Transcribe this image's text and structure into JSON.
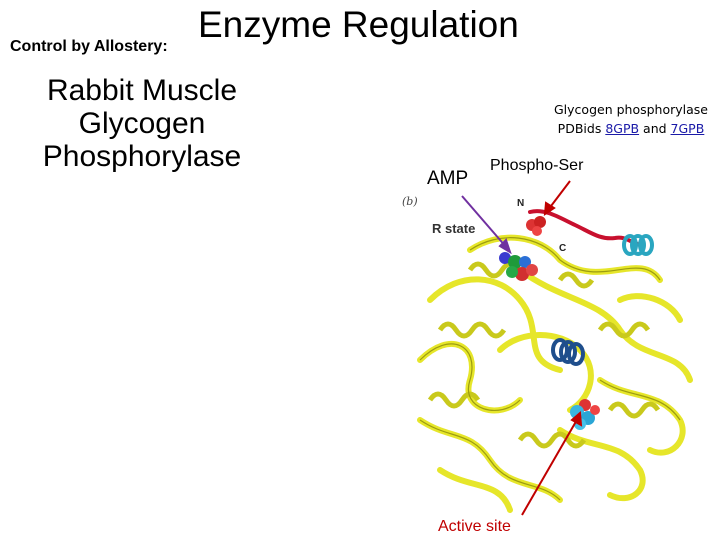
{
  "header": {
    "subtitle": "Control by Allostery:",
    "title": "Enzyme Regulation"
  },
  "protein_name": {
    "line1": "Rabbit Muscle",
    "line2": "Glycogen",
    "line3": "Phosphorylase"
  },
  "caption": {
    "line1": "Glycogen phosphorylase",
    "prefix": "PDBids ",
    "pdb1": "8GPB",
    "connector": " and ",
    "pdb2": "7GPB"
  },
  "figure": {
    "panel_label": "(b)",
    "state_label": "R state",
    "n_terminus": "N",
    "c_terminus": "C"
  },
  "annotations": {
    "amp": "AMP",
    "phospho_ser": "Phospho-Ser",
    "active_site": "Active site"
  },
  "colors": {
    "ribbon": "#e6e62a",
    "ribbon_dark": "#9c9c10",
    "n_terminal_tail": "#c8102e",
    "helix_cyan": "#2aa6c0",
    "helix_blue": "#1f4e8c",
    "amp_arrow": "#7030a0",
    "phospho_arrow": "#c00000",
    "active_arrow": "#c00000"
  }
}
